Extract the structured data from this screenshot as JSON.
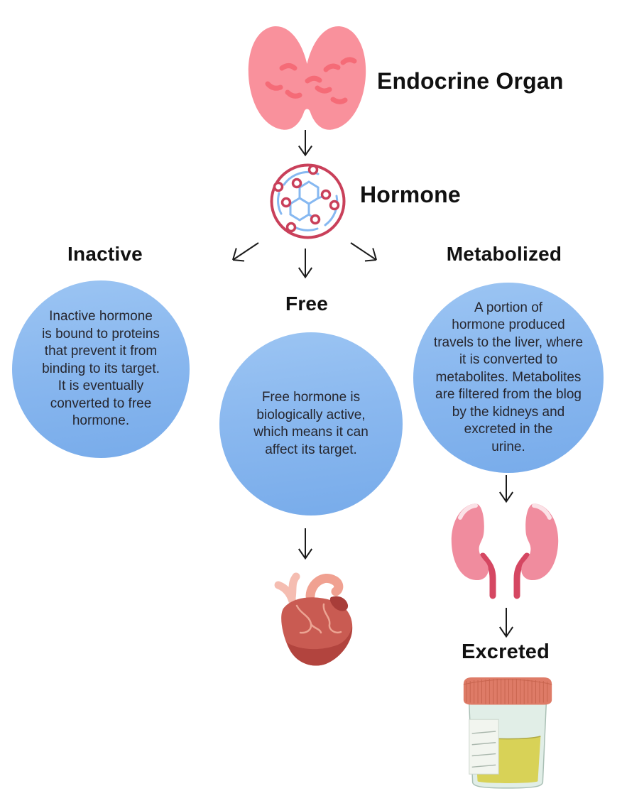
{
  "flow": {
    "endocrine_organ_label": "Endocrine Organ",
    "hormone_label": "Hormone",
    "branches": {
      "inactive": {
        "title": "Inactive",
        "body": "Inactive hormone\nis bound to proteins\nthat prevent it from\nbinding to its target.\nIt is eventually\nconverted to free\nhormone."
      },
      "free": {
        "title": "Free",
        "body": "Free hormone is\nbiologically active,\nwhich means it can\naffect its target."
      },
      "metabolized": {
        "title": "Metabolized",
        "body": "A portion of\nhormone produced\ntravels to the liver, where\nit is converted to\nmetabolites. Metabolites\nare filtered from the blog\nby the kidneys and\nexcreted in the\nurine."
      }
    },
    "excreted_label": "Excreted"
  },
  "icons": {
    "endocrine_organ": "thyroid-gland-icon",
    "hormone": "hormone-molecule-icon",
    "free_target": "heart-icon",
    "metabolized_organ": "kidneys-icon",
    "excreted_container": "urine-sample-cup-icon",
    "connectors": "arrow-down-icon"
  },
  "colors": {
    "background": "#FFFFFF",
    "thyroid_pink": "#F9919C",
    "thyroid_marks": "#F56B77",
    "hormone_ring_red": "#C9405A",
    "molecule_blue": "#86B8F1",
    "bubble_blue_top": "#9CC5F3",
    "bubble_blue_bottom": "#77ABEA",
    "heart_red": "#C95B52",
    "heart_dark_red": "#B2443E",
    "heart_vessel_pink": "#F5BDB1",
    "heart_aorta_salmon": "#F0A191",
    "kidney_pink": "#F08C9E",
    "ureter_red": "#D54762",
    "cap_salmon": "#DE7B67",
    "cup_pale_green": "#E1EEE7",
    "urine_yellow": "#D8D257",
    "arrow_black": "#1B1B1B",
    "label_black": "#111111",
    "body_text": "#26262E"
  }
}
